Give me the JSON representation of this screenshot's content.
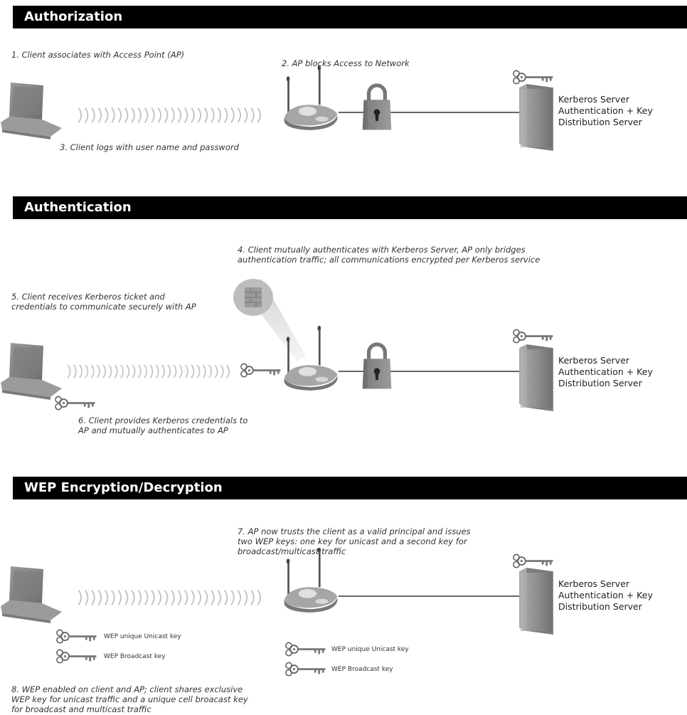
{
  "sections": {
    "authorization": {
      "title": "Authorization",
      "notes": {
        "n1": "1. Client associates with Access Point (AP)",
        "n2": "2. AP blocks Access to Network",
        "n3": "3. Client logs with user name and password"
      },
      "server": [
        "Kerberos Server",
        "Authentication + Key",
        "Distribution Server"
      ]
    },
    "authentication": {
      "title": "Authentication",
      "notes": {
        "n4": [
          "4. Client mutually authenticates with Kerberos Server, AP only bridges",
          "authentication traffic; all communications encrypted per Kerberos service"
        ],
        "n5": [
          "5. Client receives Kerberos ticket and",
          "credentials to communicate securely with AP"
        ],
        "n6": [
          "6. Client provides Kerberos credentials to",
          "AP and mutually authenticates to AP"
        ]
      },
      "server": [
        "Kerberos Server",
        "Authentication + Key",
        "Distribution Server"
      ]
    },
    "wep": {
      "title": "WEP Encryption/Decryption",
      "notes": {
        "n7": [
          "7. AP now trusts the client as a valid principal and issues",
          "two WEP keys: one key for unicast and a second key for",
          "broadcast/multicast traffic"
        ],
        "n8": [
          "8. WEP enabled on client and AP; client shares exclusive",
          "WEP key for unicast traffic and a unique cell broacast key",
          "for broadcast and multicast traffic"
        ]
      },
      "client_keys": [
        "WEP unique Unicast key",
        "WEP Broadcast key"
      ],
      "ap_keys": [
        "WEP unique Unicast key",
        "WEP Broadcast key"
      ],
      "server": [
        "Kerberos Server",
        "Authentication + Key",
        "Distribution Server"
      ]
    }
  },
  "icons": [
    "laptop-icon",
    "wireless-signal-icon",
    "access-point-icon",
    "padlock-icon",
    "server-tower-icon",
    "key-icon",
    "firewall-icon"
  ],
  "colors": {
    "bar": "#000000",
    "bar_text": "#ffffff",
    "device": "#8a8a8a"
  }
}
